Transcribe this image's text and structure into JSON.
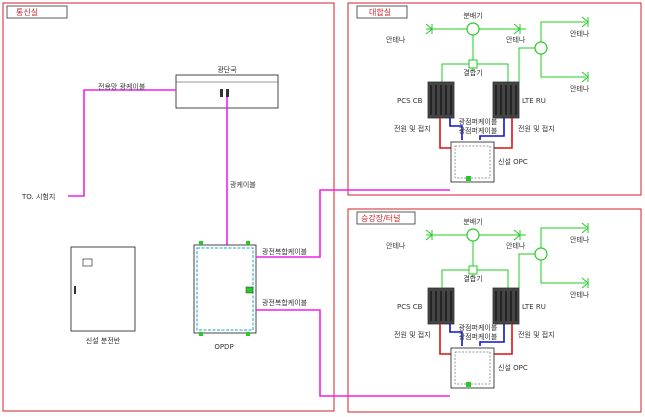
{
  "rooms": {
    "left": {
      "title": "통신실"
    },
    "top_right": {
      "title": "대합실"
    },
    "bottom_right": {
      "title": "승강장/터널"
    }
  },
  "left_room": {
    "office_label": "광단국",
    "dedicated_cable_label": "전용망 광케이블",
    "to_system_label": "TO. 시험지",
    "fiber_cable_label": "광케이블",
    "composite_cable_top": "광전복합케이블",
    "composite_cable_bottom": "광전복합케이블",
    "new_panel_label": "신설 분전반",
    "opdp_label": "OPDP"
  },
  "repeater": {
    "splitter_label": "분배기",
    "antenna_label": "안테나",
    "combiner_label": "결합기",
    "pcs_label": "PCS CB",
    "lte_label": "LTE RU",
    "power_ground_label": "전원 및 접지",
    "fiber_jumper_label": "광점퍼케이블",
    "opc_label": "신설 OPC"
  },
  "colors": {
    "frame": "#d0202a",
    "title_text": "#d0202a",
    "rf_line": "#22cc22",
    "fiber_magenta": "#ee22ee",
    "power_red": "#dd1111",
    "jumper_blue": "#1111cc",
    "equipment": "#333333"
  }
}
